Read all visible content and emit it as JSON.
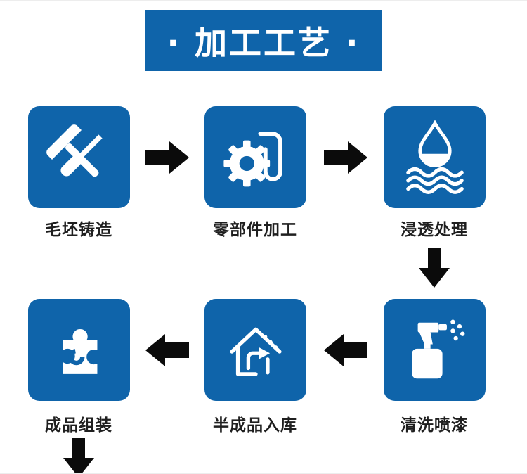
{
  "header": {
    "title": "· 加工工艺 ·"
  },
  "flow": {
    "steps": [
      {
        "label": "毛坯铸造",
        "icon": "hammer-tools-icon"
      },
      {
        "label": "零部件加工",
        "icon": "gear-blueprint-icon"
      },
      {
        "label": "浸透处理",
        "icon": "water-drop-waves-icon"
      },
      {
        "label": "成品组装",
        "icon": "puzzle-piece-icon"
      },
      {
        "label": "半成品入库",
        "icon": "warehouse-house-arrow-icon"
      },
      {
        "label": "清洗喷漆",
        "icon": "spray-bottle-icon"
      }
    ],
    "order": [
      "毛坯铸造",
      "零部件加工",
      "浸透处理",
      "清洗喷漆",
      "半成品入库",
      "成品组装"
    ]
  },
  "colors": {
    "primary_blue": "#0f64aa",
    "arrow_black": "#0b0b0b",
    "background": "#ffffff",
    "banner_text": "#ffffff",
    "label_text": "#1f1f1f"
  }
}
